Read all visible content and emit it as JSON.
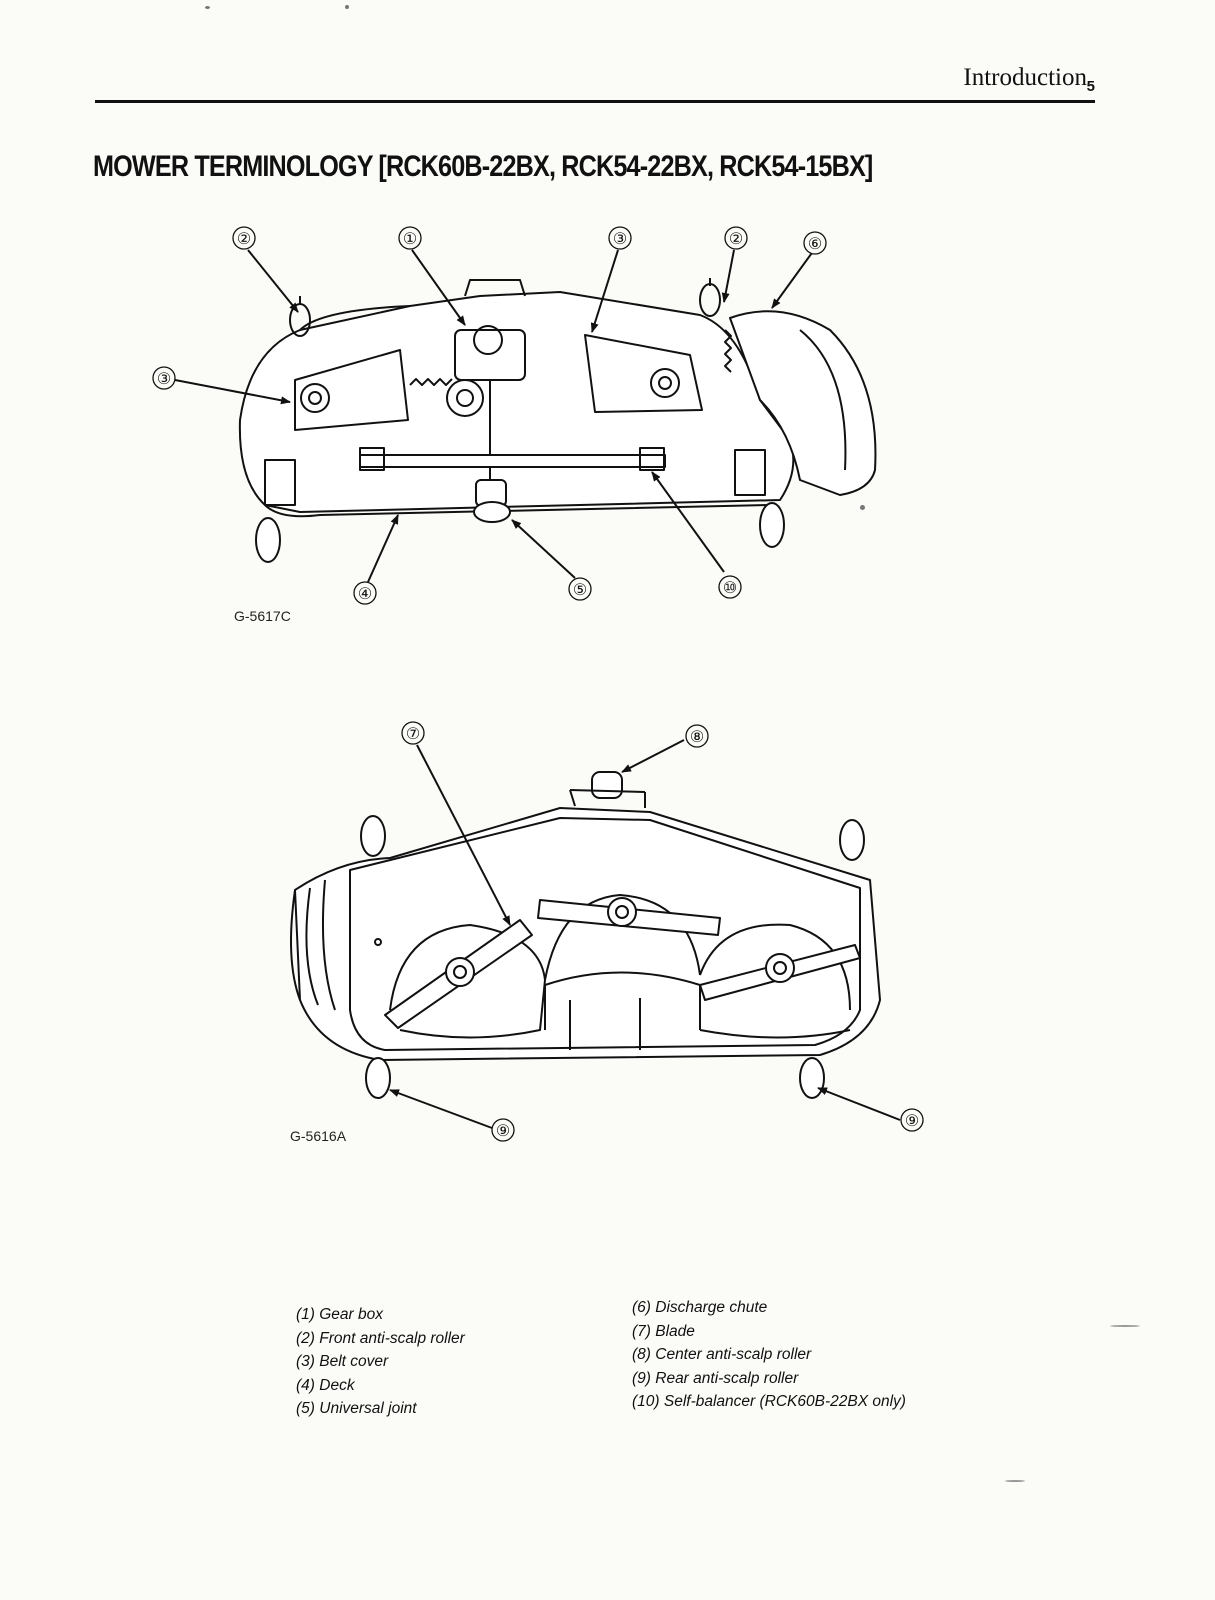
{
  "header": {
    "section": "Introduction",
    "page_number": "5"
  },
  "title": "MOWER TERMINOLOGY [RCK60B-22BX, RCK54-22BX, RCK54-15BX]",
  "figures": [
    {
      "id": "G-5617C",
      "callouts": [
        "②",
        "①",
        "③",
        "②",
        "⑥",
        "③",
        "④",
        "⑤",
        "⑩"
      ]
    },
    {
      "id": "G-5616A",
      "callouts": [
        "⑦",
        "⑧",
        "⑨",
        "⑨"
      ]
    }
  ],
  "legend": {
    "left": [
      "(1) Gear box",
      "(2) Front anti-scalp roller",
      "(3) Belt cover",
      "(4) Deck",
      "(5) Universal joint"
    ],
    "right": [
      "(6) Discharge chute",
      "(7) Blade",
      "(8) Center anti-scalp roller",
      "(9) Rear anti-scalp roller",
      "(10) Self-balancer (RCK60B-22BX only)"
    ]
  }
}
